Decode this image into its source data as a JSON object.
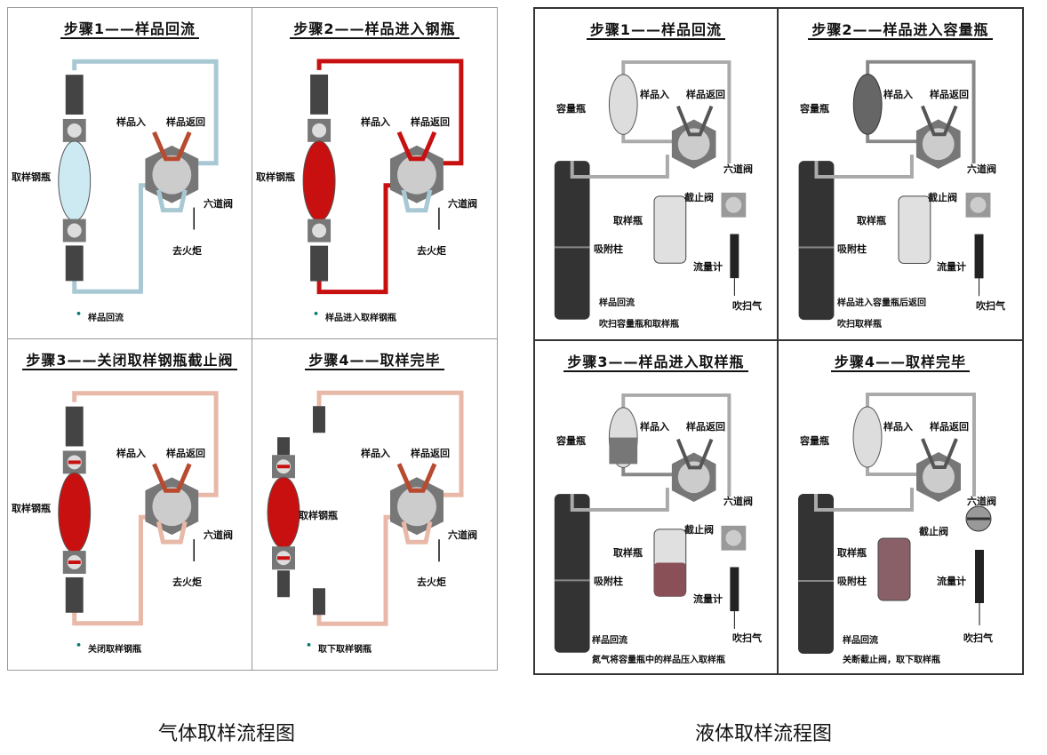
{
  "gas": {
    "caption": "气体取样流程图",
    "panels": [
      {
        "title": "步骤1——样品回流",
        "note": "样品回流",
        "labels": {
          "bottle": "取样钢瓶",
          "in": "样品入",
          "ret": "样品返回",
          "valve": "六道阀",
          "torch": "去火炬"
        }
      },
      {
        "title": "步骤2——样品进入钢瓶",
        "note": "样品进入取样钢瓶",
        "labels": {
          "bottle": "取样钢瓶",
          "in": "样品入",
          "ret": "样品返回",
          "valve": "六道阀",
          "torch": "去火炬"
        }
      },
      {
        "title": "步骤3——关闭取样钢瓶截止阀",
        "note": "关闭取样钢瓶",
        "labels": {
          "bottle": "取样钢瓶",
          "in": "样品入",
          "ret": "样品返回",
          "valve": "六道阀",
          "torch": "去火炬"
        }
      },
      {
        "title": "步骤4——取样完毕",
        "note": "取下取样钢瓶",
        "labels": {
          "bottle": "取样钢瓶",
          "in": "样品入",
          "ret": "样品返回",
          "valve": "六道阀",
          "torch": "去火炬"
        }
      }
    ]
  },
  "liquid": {
    "caption": "液体取样流程图",
    "panels": [
      {
        "title": "步骤1——样品回流",
        "notes": [
          "样品回流",
          "吹扫容量瓶和取样瓶"
        ],
        "labels": {
          "vol": "容量瓶",
          "in": "样品入",
          "ret": "样品返回",
          "valve": "六道阀",
          "stop": "截止阀",
          "bottle": "取样瓶",
          "col": "吸附柱",
          "flow": "流量计",
          "purge": "吹扫气"
        }
      },
      {
        "title": "步骤2——样品进入容量瓶",
        "notes": [
          "样品进入容量瓶后返回",
          "吹扫取样瓶"
        ],
        "labels": {
          "vol": "容量瓶",
          "in": "样品入",
          "ret": "样品返回",
          "valve": "六道阀",
          "stop": "截止阀",
          "bottle": "取样瓶",
          "col": "吸附柱",
          "flow": "流量计",
          "purge": "吹扫气"
        }
      },
      {
        "title": "步骤3——样品进入取样瓶",
        "notes": [
          "样品回流",
          "氮气将容量瓶中的样品压入取样瓶"
        ],
        "labels": {
          "vol": "容量瓶",
          "in": "样品入",
          "ret": "样品返回",
          "valve": "六道阀",
          "stop": "截止阀",
          "bottle": "取样瓶",
          "col": "吸附柱",
          "flow": "流量计",
          "purge": "吹扫气"
        }
      },
      {
        "title": "步骤4——取样完毕",
        "notes": [
          "样品回流",
          "关断截止阀，取下取样瓶"
        ],
        "labels": {
          "vol": "容量瓶",
          "in": "样品入",
          "ret": "样品返回",
          "valve": "六道阀",
          "stop": "截止阀",
          "bottle": "取样瓶",
          "col": "吸附柱",
          "flow": "流量计",
          "purge": "吹扫气"
        }
      }
    ]
  },
  "colors": {
    "red": "#c81010",
    "pipe": "#a8c8d4",
    "pink": "#e8b8a8",
    "gray": "#888888",
    "dark": "#333333"
  }
}
